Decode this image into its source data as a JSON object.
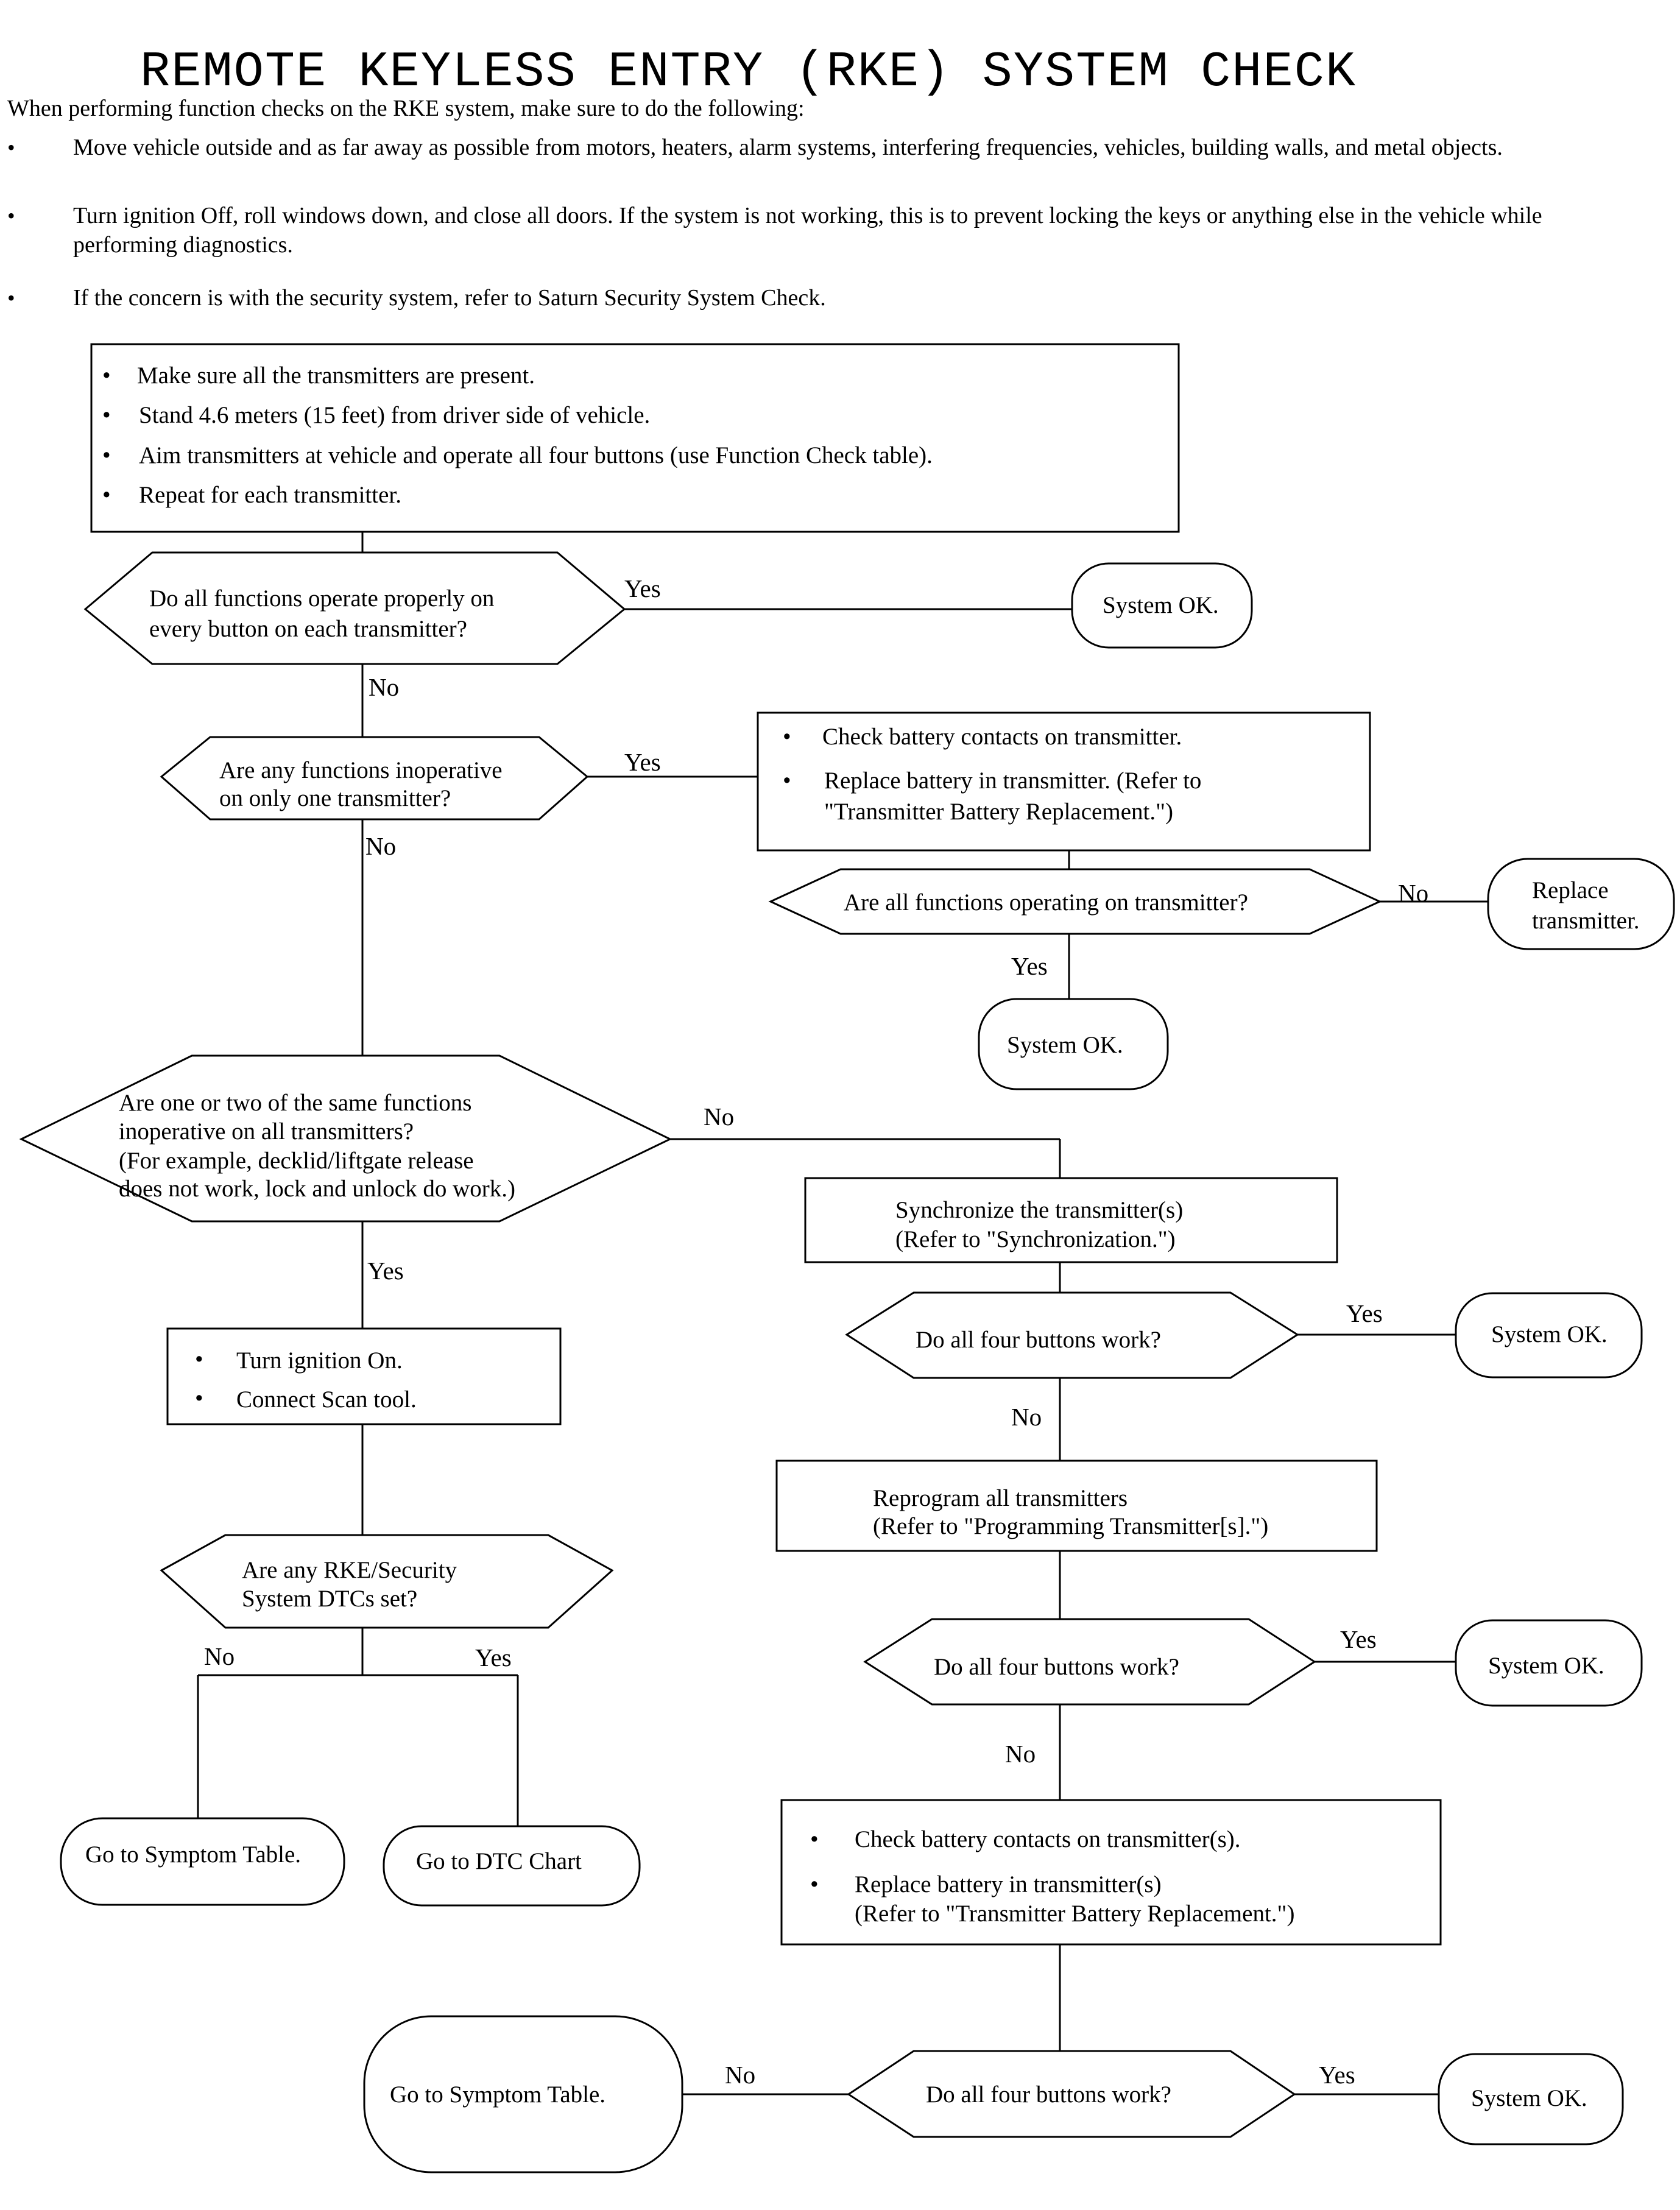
{
  "title": "REMOTE KEYLESS ENTRY (RKE) SYSTEM CHECK",
  "intro": "When performing function checks on the RKE system, make sure to do the following:",
  "bullets": [
    "Move vehicle outside and as far away as possible from motors, heaters, alarm systems, interfering frequencies, vehicles, building walls, and metal objects.",
    "Turn ignition Off, roll windows down, and close all doors. If the system is not working, this is to prevent locking the keys or anything else in the vehicle while performing diagnostics.",
    "If the concern is with the security system, refer to Saturn Security System Check."
  ],
  "flow": {
    "start_box": [
      "Make sure all the transmitters are present.",
      "Stand 4.6 meters (15 feet) from driver side of vehicle.",
      "Aim transmitters at vehicle and operate all four buttons (use Function Check table).",
      "Repeat for each transmitter."
    ],
    "d1": [
      "Do all functions operate properly on",
      "every button on each transmitter?"
    ],
    "d2": [
      "Are any functions inoperative",
      "on only one transmitter?"
    ],
    "box_battery": [
      "Check battery contacts on transmitter.",
      "Replace battery in transmitter. (Refer to",
      "\"Transmitter Battery Replacement.\")"
    ],
    "d_operating": "Are all functions operating on transmitter?",
    "replace": [
      "Replace",
      "transmitter."
    ],
    "d3": [
      "Are one or two of the same functions",
      "inoperative on all transmitters?",
      "(For example, decklid/liftgate release",
      "does not work, lock and unlock do work.)"
    ],
    "box_sync": [
      "Synchronize the transmitter(s)",
      "(Refer to \"Synchronization.\")"
    ],
    "d_buttons": "Do all four buttons work?",
    "box_ignition": [
      "Turn ignition On.",
      "Connect Scan tool."
    ],
    "box_reprogram": [
      "Reprogram all transmitters",
      "(Refer to \"Programming Transmitter[s].\")"
    ],
    "d_dtc": [
      "Are any RKE/Security",
      "System DTCs set?"
    ],
    "box_battery2": [
      "Check battery contacts on transmitter(s).",
      "Replace battery in transmitter(s)",
      "(Refer to \"Transmitter Battery Replacement.\")"
    ],
    "system_ok": "System OK.",
    "symptom": "Go to Symptom Table.",
    "dtc_chart": "Go to DTC Chart",
    "yes": "Yes",
    "no": "No"
  }
}
